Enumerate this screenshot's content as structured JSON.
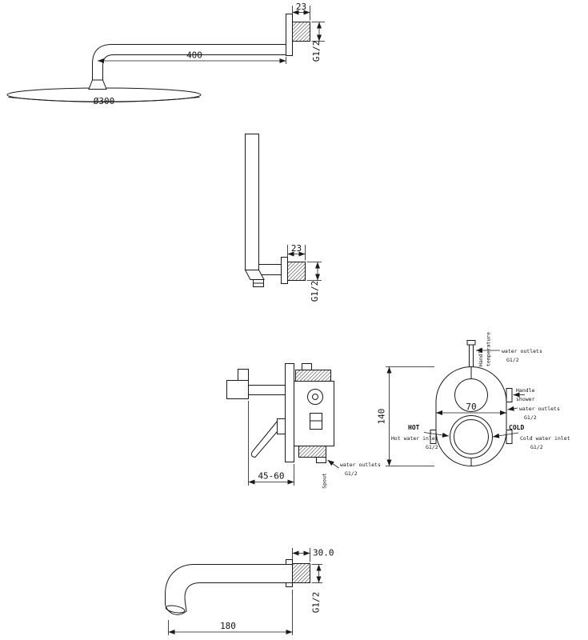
{
  "colors": {
    "line": "#1a1a1a",
    "background": "#ffffff"
  },
  "overhead_shower": {
    "flange_width": "23",
    "thread": "G1/2",
    "arm_length": "400",
    "head_diameter": "Ø300"
  },
  "drop_pipe": {
    "flange_width": "23",
    "thread": "G1/2"
  },
  "valve": {
    "depth_range": "45-60",
    "side_outlet_line1": "water outlets",
    "side_outlet_line2": "G1/2",
    "spout_port": "Spout",
    "height": "140",
    "width": "70",
    "temp_handle_line1": "Handle",
    "temp_handle_line2": "temperature",
    "top_outlet_line1": "water outlets",
    "top_outlet_line2": "G1/2",
    "shower_handle_line1": "Handle",
    "shower_handle_line2": "shower",
    "mid_outlet_line1": "water outlets",
    "mid_outlet_line2": "G1/2",
    "hot_tag": "HOT",
    "hot_inlet": "Hot water inlet",
    "hot_thread": "G1/2",
    "cold_tag": "COLD",
    "cold_inlet": "Cold water inlet",
    "cold_thread": "G1/2"
  },
  "spout": {
    "projection": "30.0",
    "thread": "G1/2",
    "length": "180"
  }
}
